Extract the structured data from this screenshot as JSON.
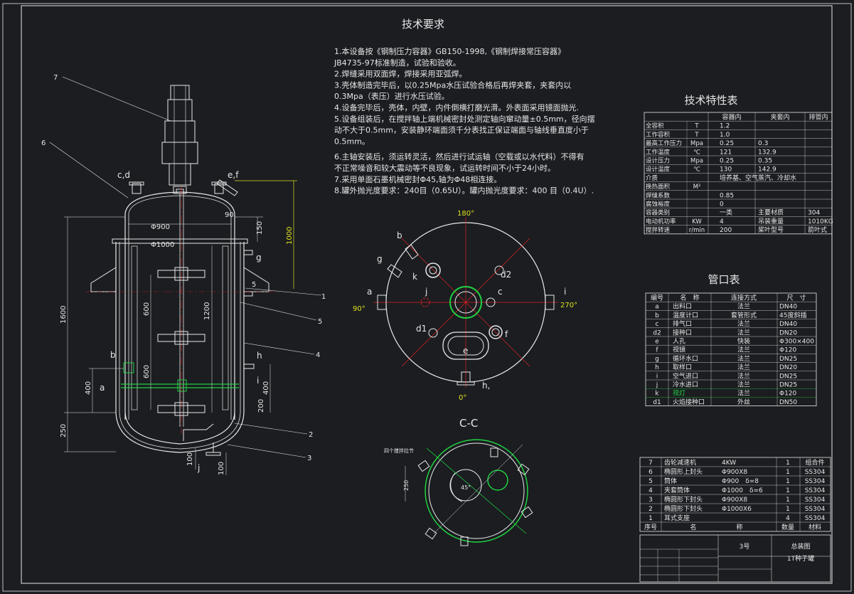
{
  "colors": {
    "background": "#1b1d21",
    "line": "#e8e8e8",
    "center": "#e02020",
    "highlight": "#20d040",
    "dim": "#e0e020"
  },
  "tech_req": {
    "title": "技术要求",
    "lines": [
      "1.本设备按《钢制压力容器》GB150-1998,《钢制焊接常压容器》",
      "JB4735-97标准制造，试验和验收。",
      "2.焊缝采用双面焊，焊接采用亚弧焊。",
      "3.壳体制造完毕后，以0.25Mpa水压试验合格后再焊夹套，夹套内以",
      "0.3Mpa（表压）进行水压试验。",
      "4.设备完毕后，壳体，内壁，内件倒横打磨光滑。外表面采用镜面抛光.",
      "5.设备组装后，在搅拌轴上端机械密封处测定轴向窜动量±0.5mm，径向摆",
      "动不大于0.5mm，安装静环端面须千分表找正保证端面与轴线垂直度小于",
      "0.5mm。",
      "6.主轴安装后，须运转灵活，然后进行试运轴（空载或以水代料）不得有",
      "不正常噪音和较大震动等不良现象，试运转时间不小于24小时。",
      "7.采用单面石墨机械密封Φ45,轴为Φ48相连接。",
      "8.罐外抛光度要求：240目（0.65U）。罐内抛光度要求：400 目（0.4U）."
    ]
  },
  "spec_table": {
    "title": "技术特性表",
    "header": [
      "",
      "",
      "容器内",
      "夹套内",
      "排管内"
    ],
    "rows": [
      [
        "全容积",
        "T",
        "1.2",
        "",
        ""
      ],
      [
        "工作容积",
        "T",
        "1.0",
        "",
        ""
      ],
      [
        "最高工作压力",
        "Mpa",
        "0.25",
        "0.3",
        ""
      ],
      [
        "工作温度",
        "℃",
        "121",
        "132.9",
        ""
      ],
      [
        "设计压力",
        "Mpa",
        "0.25",
        "0.35",
        ""
      ],
      [
        "设计温度",
        "℃",
        "130",
        "142.9",
        ""
      ],
      [
        "介质",
        "",
        "培养基、空气",
        "蒸汽、冷却水",
        ""
      ],
      [
        "换热面积",
        "M²",
        "",
        "",
        ""
      ],
      [
        "焊缝系数",
        "",
        "0.85",
        "",
        ""
      ],
      [
        "腐蚀裕度",
        "",
        "0",
        "",
        ""
      ],
      [
        "容器类别",
        "",
        "一类",
        "主要材质",
        "304"
      ],
      [
        "电动机功率",
        "KW",
        "4",
        "吊装重量",
        "1010KG"
      ],
      [
        "搅拌转速",
        "r/min",
        "200",
        "桨叶型号",
        "箭叶式"
      ]
    ]
  },
  "nozzle_table": {
    "title": "管口表",
    "header": [
      "编号",
      "名　称",
      "连接方式",
      "尺　寸"
    ],
    "rows": [
      [
        "a",
        "出料口",
        "法兰",
        "DN40"
      ],
      [
        "b",
        "温度计口",
        "套管形式",
        "45度斜插"
      ],
      [
        "c",
        "排气口",
        "法兰",
        "DN40"
      ],
      [
        "d2",
        "接种口",
        "法兰",
        "DN20"
      ],
      [
        "e",
        "人孔",
        "快装",
        "Φ300×400"
      ],
      [
        "f",
        "视镜",
        "法兰",
        "Φ120"
      ],
      [
        "g",
        "循环水口",
        "法兰",
        "DN25"
      ],
      [
        "h",
        "取样口",
        "法兰",
        "DN20"
      ],
      [
        "i",
        "空气进口",
        "法兰",
        "DN25"
      ],
      [
        "j",
        "冷水进口",
        "法兰",
        "DN25"
      ],
      [
        "k",
        "视灯",
        "法兰",
        "Φ120"
      ],
      [
        "d1",
        "火焰接种口",
        "外丝",
        "DN50"
      ]
    ]
  },
  "parts_table": {
    "rows": [
      [
        "7",
        "齿轮减速机",
        "4KW",
        "1",
        "组合件"
      ],
      [
        "6",
        "椭圆形上封头",
        "Φ900X8",
        "1",
        "SS304"
      ],
      [
        "5",
        "筒体",
        "Φ900　δ=8",
        "1",
        "SS304"
      ],
      [
        "4",
        "夹套筒体",
        "Φ1000　δ=6",
        "1",
        "SS304"
      ],
      [
        "3",
        "椭圆形下封头",
        "Φ900X8",
        "1",
        "SS304"
      ],
      [
        "2",
        "椭圆形下封头",
        "Φ1000X6",
        "1",
        "SS304"
      ],
      [
        "1",
        "耳式支座",
        "",
        "4",
        "SS304"
      ]
    ],
    "header": [
      "序号",
      "名",
      "称",
      "数量",
      "材料"
    ]
  },
  "title_block": {
    "scale": "3号",
    "drawing_type": "总装图",
    "drawing_name": "1T种子罐"
  },
  "labels": {
    "cd": "c,d",
    "ef": "e,f",
    "b": "b",
    "a": "a",
    "h": "h",
    "i": "i",
    "j": "j",
    "g": "g",
    "part1": "1",
    "part2": "2",
    "part3": "3",
    "part4": "4",
    "part5": "5",
    "part6": "6",
    "part7": "7",
    "d900": "Φ900",
    "d1000": "Φ1000",
    "h1600": "1600",
    "h1200": "1200",
    "h1000": "1000",
    "h600a": "600",
    "h600b": "600",
    "h400a": "400",
    "h400b": "400",
    "h250": "250",
    "h200": "200",
    "h100a": "100",
    "h100b": "100",
    "h150": "150",
    "w90": "90",
    "w5": "5"
  },
  "plan_view": {
    "a180": "180°",
    "a90": "90°",
    "a270": "270°",
    "a0": "0°",
    "b": "b",
    "g": "g",
    "k": "k",
    "d2": "d2",
    "a": "a",
    "j": "j",
    "c": "c",
    "i": "i",
    "d1": "d1",
    "f": "f",
    "e": "e",
    "h": "h,"
  },
  "section": {
    "title": "C-C",
    "note": "四个搅拌拉节",
    "angle": "45°",
    "dim": "250"
  }
}
